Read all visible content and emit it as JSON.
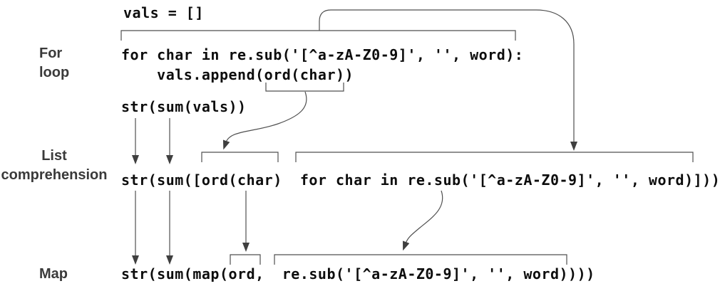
{
  "figure": {
    "background": "#ffffff",
    "colors": {
      "code_text": "#0d0d0d",
      "label_text": "#3a3a3a",
      "connector": "#4f4f4f",
      "arrowhead": "#3f3f3f"
    },
    "labels": {
      "for_loop": {
        "line1": "For",
        "line2": "loop"
      },
      "list_comprehension": {
        "line1": "List",
        "line2": "comprehension"
      },
      "map": {
        "line1": "Map"
      }
    },
    "code": {
      "vals_init": "vals = []",
      "for_loop_line1": "for char in re.sub('[^a-zA-Z0-9]', '', word):",
      "for_loop_line2": "    vals.append(ord(char))",
      "sum_call": "str(sum(vals))",
      "list_comprehension": "str(sum([ord(char)  for char in re.sub('[^a-zA-Z0-9]', '', word)]))",
      "map_call": "str(sum(map(ord,  re.sub('[^a-zA-Z0-9]', '', word))))"
    }
  }
}
